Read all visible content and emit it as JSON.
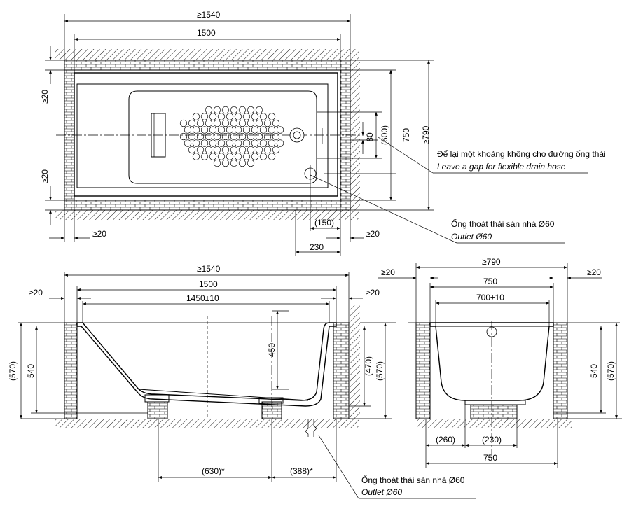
{
  "top_view": {
    "dims": {
      "total_width": "≥1540",
      "tub_width": "1500",
      "side_gap_top": "≥20",
      "side_gap_bottom": "≥20",
      "gap_left": "≥20",
      "gap_right": "≥20",
      "drain_offset_150": "(150)",
      "drain_offset_230": "230",
      "dim_600": "(600)",
      "dim_80": "80",
      "dim_750": "750",
      "dim_790": "≥790"
    },
    "note_gap_vi": "Để lại một khoảng không cho đường ống thải",
    "note_gap_en": "Leave a gap for flexible drain hose",
    "note_outlet_vi": "Ống thoát thải sàn nhà Ø60",
    "note_outlet_en": "Outlet Ø60"
  },
  "side_view": {
    "dims": {
      "total_width": "≥1540",
      "tub_width": "1500",
      "inner_width": "1450±10",
      "gap_left": "≥20",
      "gap_right": "≥20",
      "height_570_left": "(570)",
      "height_540_left": "540",
      "depth_450": "450",
      "height_470": "(470)",
      "height_570_right": "(570)",
      "foot_630": "(630)*",
      "foot_388": "(388)*"
    },
    "note_outlet_vi": "Ống thoát thải sàn nhà Ø60",
    "note_outlet_en": "Outlet Ø60"
  },
  "end_view": {
    "dims": {
      "gap_left": "≥20",
      "gap_right": "≥20",
      "total_width": "≥790",
      "tub_width": "750",
      "inner_width": "700±10",
      "height_540": "540",
      "height_570": "(570)",
      "offset_260": "(260)",
      "offset_230": "(230)",
      "base_750": "750"
    }
  }
}
